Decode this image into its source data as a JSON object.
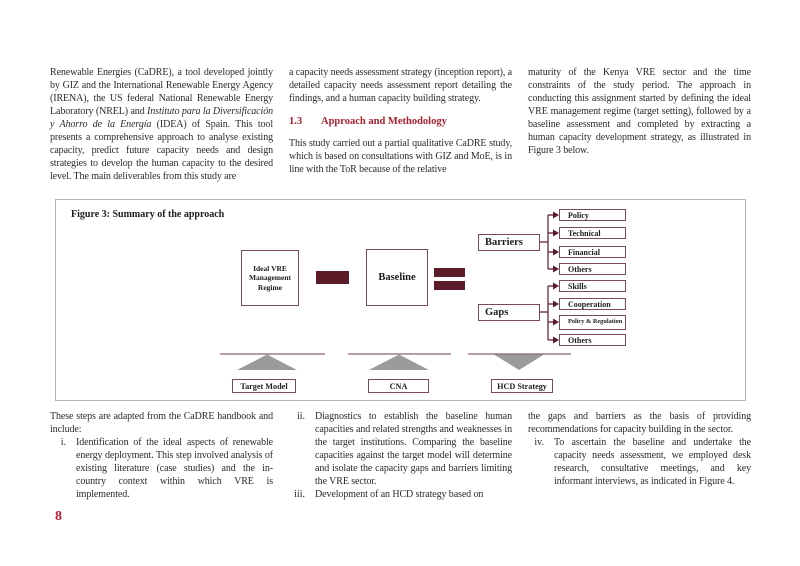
{
  "page": {
    "number": "8",
    "accent_red": "#ab1f2d",
    "maroon": "#5c1b28",
    "triangle_gray": "#9b9b9b"
  },
  "top": {
    "col1": {
      "before": "Renewable Energies (CaDRE), a tool developed jointly by GIZ and the International Renewable Energy Agency (IRENA), the US federal National Renewable Energy Laboratory (NREL) and ",
      "italic": "Instituto para la Diversificación y Ahorro de la Energía",
      "after": " (IDEA) of Spain. This tool presents a comprehensive approach to analyse existing capacity, predict future capacity needs and design strategies to develop the human capacity to the desired level. The main deliverables from this study are"
    },
    "col2": {
      "p1": "a capacity needs assessment strategy (inception report), a detailed capacity needs assessment report detailing the findings, and a human capacity building strategy.",
      "heading_number": "1.3",
      "heading_title": "Approach and Methodology",
      "p2": "This study carried out a partial qualitative CaDRE study, which is based on consultations with GIZ and MoE, is in line with the ToR because of the relative"
    },
    "col3": {
      "p1": "maturity of the Kenya VRE sector and the time constraints of the study period. The approach in conducting this assignment started by defining the ideal VRE management regime (target setting), followed by a baseline assessment and completed by extracting a human capacity development strategy, as illustrated in Figure 3 below."
    }
  },
  "figure": {
    "title": "Figure 3: Summary of the approach",
    "ideal_vre": "Ideal VRE Management Regime",
    "baseline": "Baseline",
    "barriers": "Barriers",
    "gaps": "Gaps",
    "barrier_items": [
      "Policy",
      "Technical",
      "Financial",
      "Others"
    ],
    "gap_items": [
      "Skills",
      "Cooperation",
      "Policy & Regulation",
      "Others"
    ],
    "outputs": [
      "Target Model",
      "CNA",
      "HCD Strategy"
    ]
  },
  "bottom": {
    "intro": "These steps are adapted from the CaDRE handbook and include:",
    "items": [
      {
        "num": "i.",
        "text": "Identification of the ideal aspects of renewable energy deployment. This step involved analysis of existing literature (case studies) and the in-country context within which VRE is implemented."
      },
      {
        "num": "ii.",
        "text": "Diagnostics to establish the baseline human capacities and related strengths and weaknesses in the target institutions. Comparing the baseline capacities against the target model will determine and isolate the capacity gaps and barriers limiting the VRE sector."
      },
      {
        "num": "iii.",
        "text": "Development of an HCD strategy based on"
      },
      {
        "num": "iv.",
        "text": "To ascertain the baseline and undertake the capacity needs assessment, we employed desk research, consultative meetings, and key informant interviews, as indicated in Figure 4."
      }
    ],
    "iii_continuation": "the gaps and barriers as the basis of providing recommendations for capacity building in the sector."
  }
}
